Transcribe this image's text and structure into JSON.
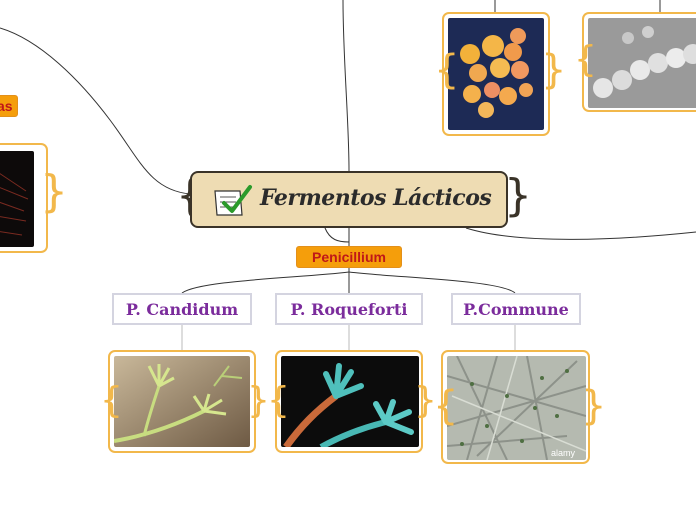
{
  "central": {
    "title": "Fermentos Lácticos",
    "icon": "checklist-icon"
  },
  "left_partial_tag": "as",
  "penicillium_tag": "Penicillium",
  "species": [
    {
      "label": "P. Candidum"
    },
    {
      "label": "P. Roqueforti"
    },
    {
      "label": "P.Commune"
    }
  ],
  "watermark": "alamy",
  "colors": {
    "central_fill": "#eedcb3",
    "tag_fill": "#f59e0b",
    "tag_text": "#c01818",
    "image_border": "#f2b84b",
    "species_text": "#7b2c9c"
  }
}
